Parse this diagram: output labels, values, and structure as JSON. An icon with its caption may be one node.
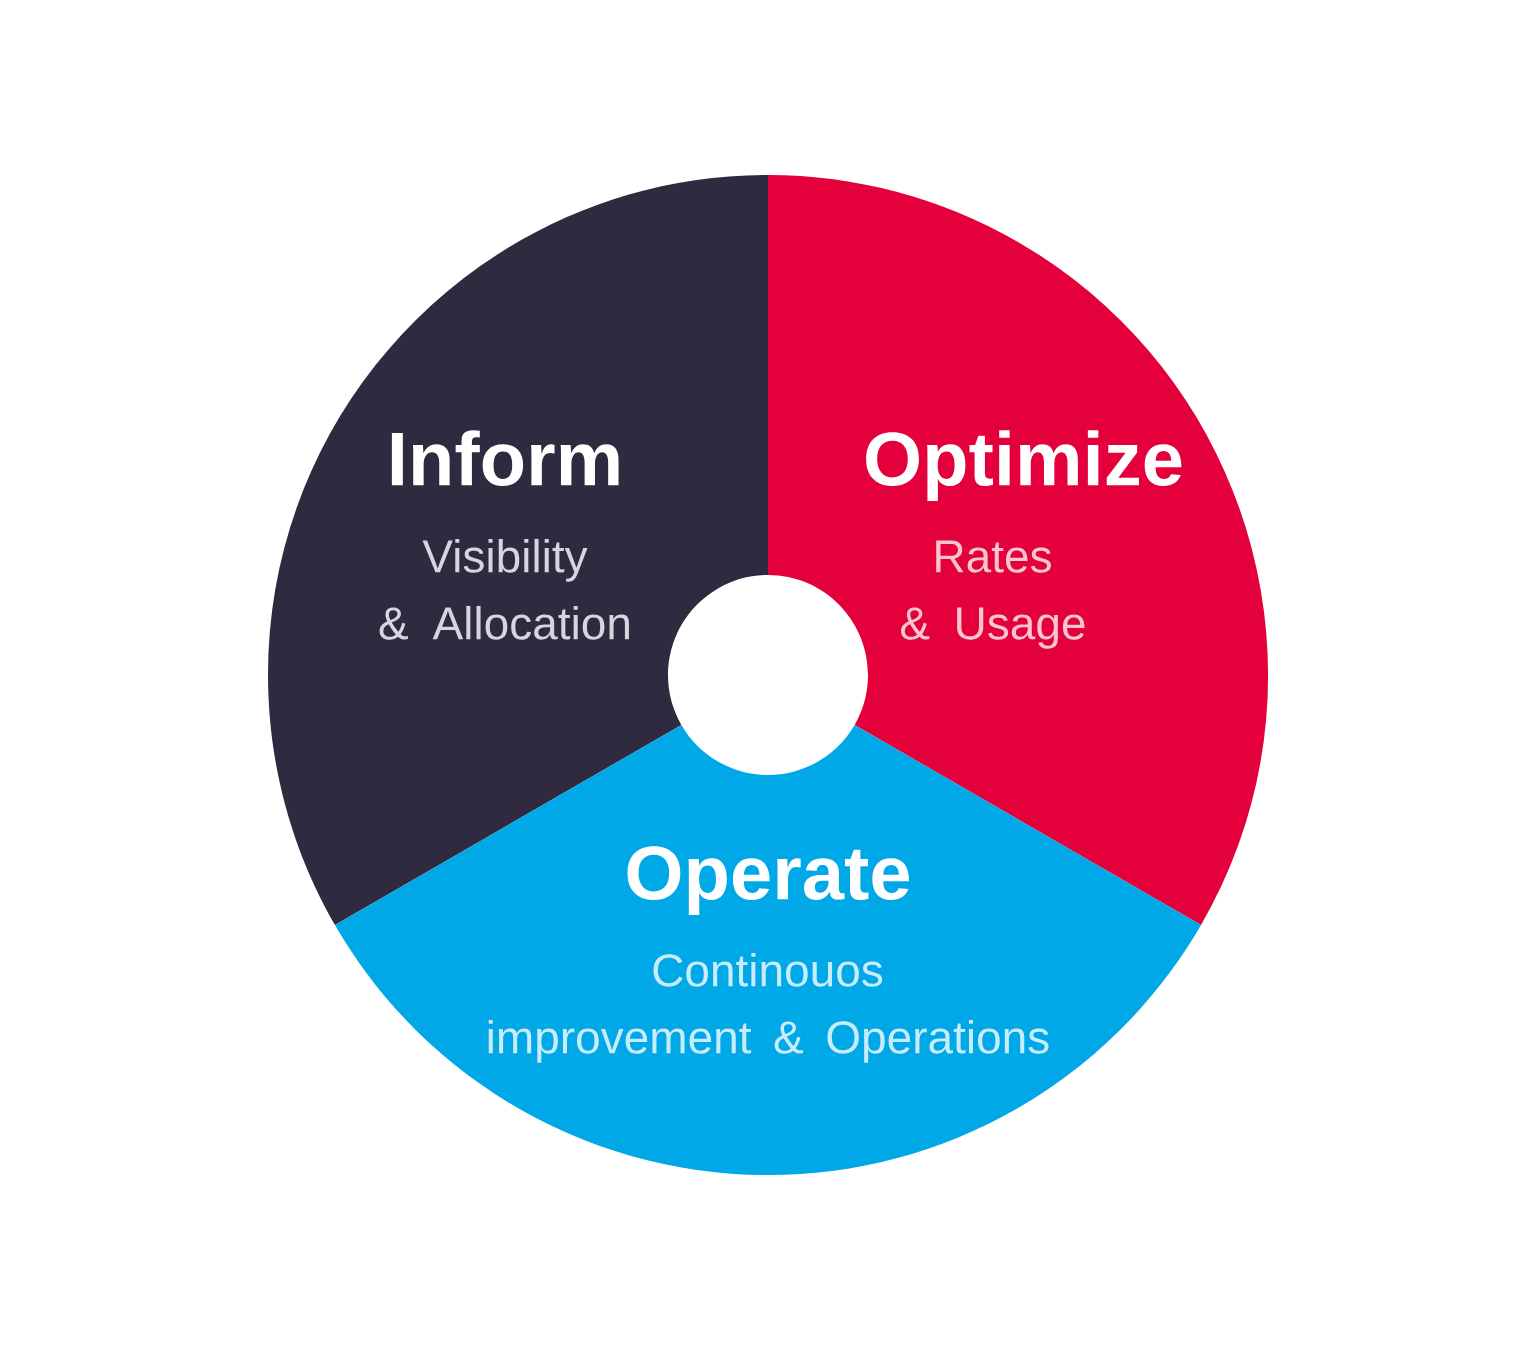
{
  "diagram": {
    "nodes": [
      {
        "text": [
          "Inform",
          "Visibility & Allocation"
        ]
      },
      {
        "text": [
          "Optimize",
          "Rates & Usage"
        ]
      },
      {
        "text": [
          "Operate",
          "Continouos improvement & Operations"
        ]
      }
    ]
  }
}
